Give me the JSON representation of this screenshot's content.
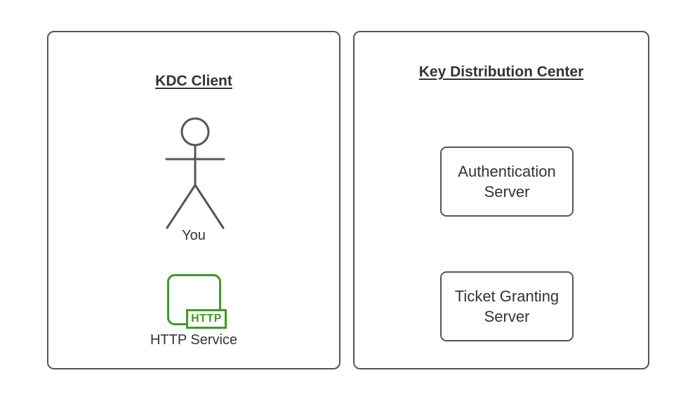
{
  "colors": {
    "background": "#ffffff",
    "panel_border": "#555555",
    "text": "#333333",
    "accent_green": "#3d9b23"
  },
  "left_panel": {
    "title": "KDC Client",
    "actor_label": "You",
    "http_badge_label": "HTTP",
    "http_service_label": "HTTP Service"
  },
  "right_panel": {
    "title": "Key Distribution Center",
    "boxes": [
      {
        "label": "Authentication Server"
      },
      {
        "label": "Ticket Granting Server"
      }
    ]
  }
}
